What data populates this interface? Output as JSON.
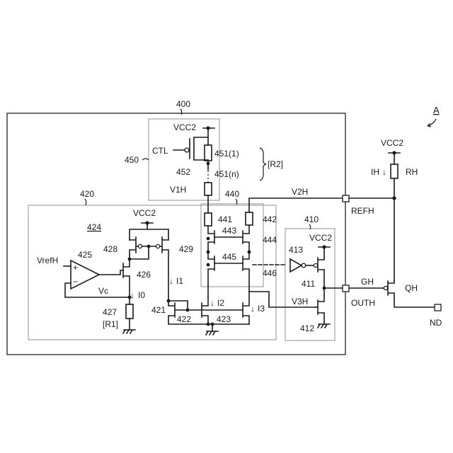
{
  "figure_label": "A",
  "blocks": {
    "outer": "400",
    "b450": "450",
    "b440": "440",
    "b420": "420",
    "b424": "424",
    "b410": "410"
  },
  "supplies": {
    "vcc2_450": "VCC2",
    "vcc2_420": "VCC2",
    "vcc2_410": "VCC2",
    "vcc2_ext": "VCC2"
  },
  "signals": {
    "ctl": "CTL",
    "v1h": "V1H",
    "v2h": "V2H",
    "v3h": "V3H",
    "vrefh": "VrefH",
    "vc": "Vc",
    "gh": "GH",
    "ih": "IH"
  },
  "currents": {
    "i0": "I0",
    "i1": "I1",
    "i2": "I2",
    "i3": "I3",
    "arrow": "↓"
  },
  "components": {
    "c451_1": "451(1)",
    "c451_n": "451(n)",
    "r2": "[R2]",
    "c452": "452",
    "c441": "441",
    "c442": "442",
    "c443": "443",
    "c444": "444",
    "c445": "445",
    "c446": "446",
    "c425": "425",
    "c426": "426",
    "c427": "427",
    "r1": "[R1]",
    "c428": "428",
    "c429": "429",
    "c421": "421",
    "c422": "422",
    "c423": "423",
    "c411": "411",
    "c412": "412",
    "c413": "413",
    "rh": "RH",
    "qh": "QH"
  },
  "terminals": {
    "refh": "REFH",
    "outh": "OUTH",
    "nd": "ND"
  },
  "opamp_signs": {
    "plus": "+",
    "minus": "−"
  }
}
